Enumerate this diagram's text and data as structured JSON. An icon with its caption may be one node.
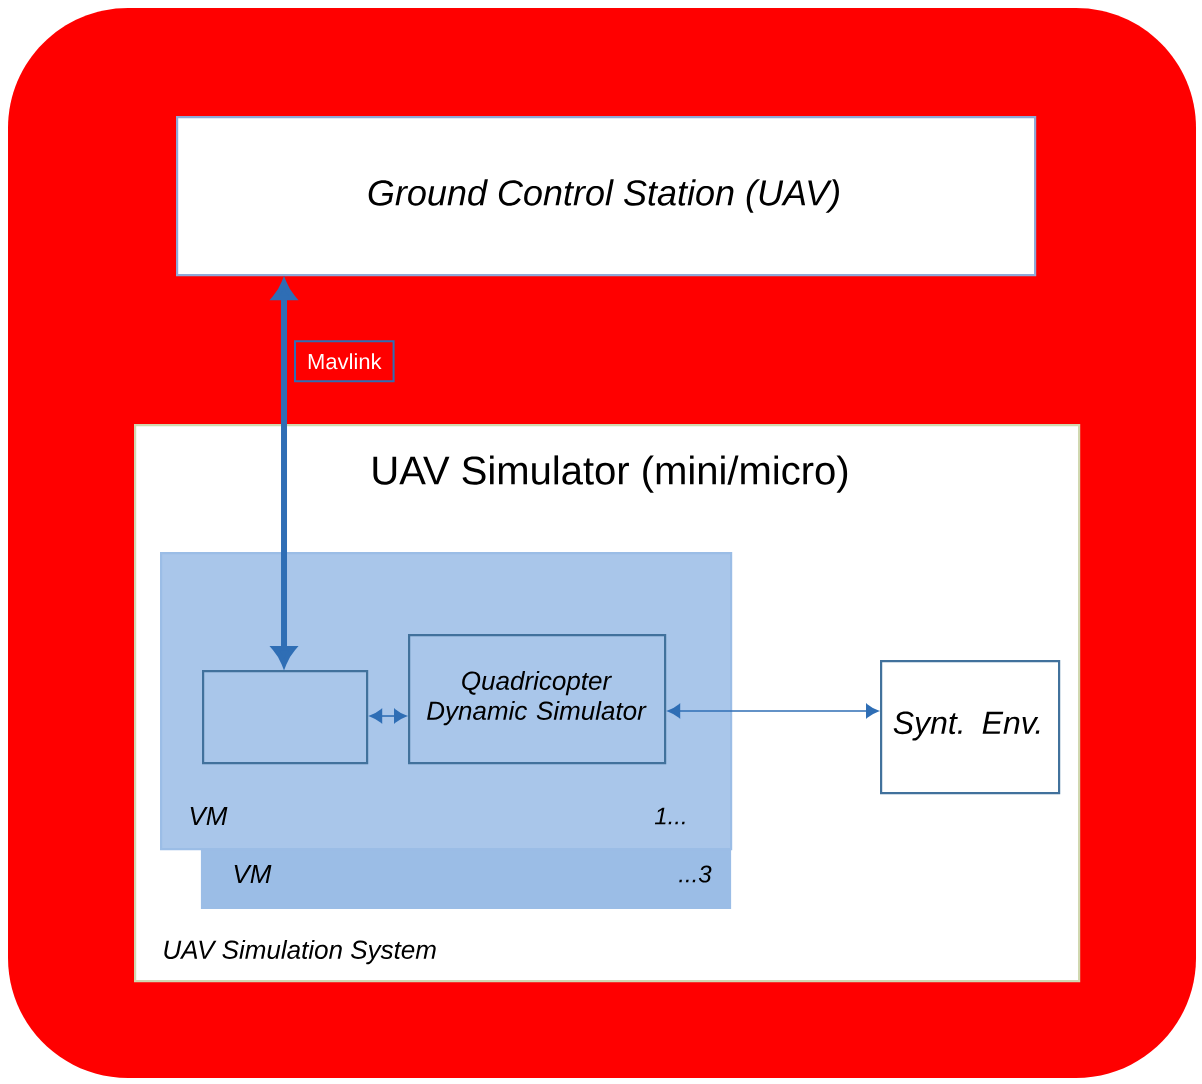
{
  "diagram": {
    "nodes": [
      {
        "text": [
          "Ground Control Station (UAV)"
        ]
      },
      {
        "text": [
          "UAV Simulator (mini/micro)",
          "UAV Simulation System"
        ]
      },
      {
        "text": [
          "VM",
          "...3"
        ],
        "in": 1
      },
      {
        "text": [
          "VM",
          "1..."
        ],
        "in": 1
      },
      {
        "text": [],
        "shape": "box",
        "in": 3
      },
      {
        "text": [
          "Quadricopter Dynamic Simulator"
        ],
        "in": 3
      },
      {
        "text": [
          "Synt. Env."
        ],
        "in": 1
      }
    ],
    "edges": [
      {
        "from": 4,
        "to": 0,
        "arrow": "both",
        "label": "Mavlink",
        "style": "thick"
      },
      {
        "from": 4,
        "to": 5,
        "arrow": "both"
      },
      {
        "from": 5,
        "to": 6,
        "arrow": "both"
      }
    ]
  }
}
